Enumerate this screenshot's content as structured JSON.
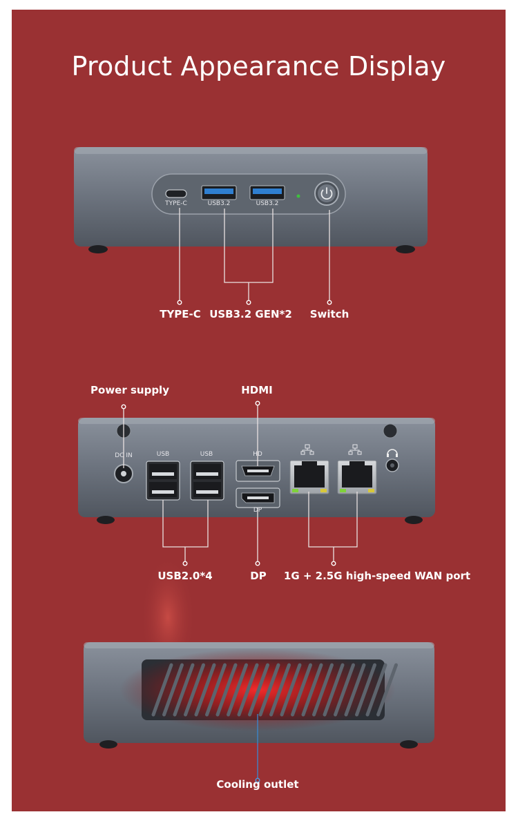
{
  "title": "Product Appearance Display",
  "front": {
    "port_labels": {
      "type_c": "TYPE-C",
      "usb_a": "USB3.2",
      "usb_b": "USB3.2"
    },
    "callouts": {
      "type_c": "TYPE-C",
      "usb32": "USB3.2 GEN*2",
      "switch": "Switch"
    }
  },
  "rear": {
    "port_labels": {
      "dc_in": "DC IN",
      "usb_left": "USB",
      "usb_right": "USB",
      "hd": "HD",
      "dp": "DP"
    },
    "callouts": {
      "power": "Power supply",
      "hdmi": "HDMI",
      "usb20": "USB2.0*4",
      "dp": "DP",
      "wan": "1G + 2.5G high-speed WAN port"
    }
  },
  "side": {
    "callouts": {
      "cooling": "Cooling outlet"
    }
  },
  "colors": {
    "background": "#9a3133",
    "chassis": "#6b7280",
    "usb3_blue": "#2f7fd0",
    "led_green": "#7fd23a"
  }
}
